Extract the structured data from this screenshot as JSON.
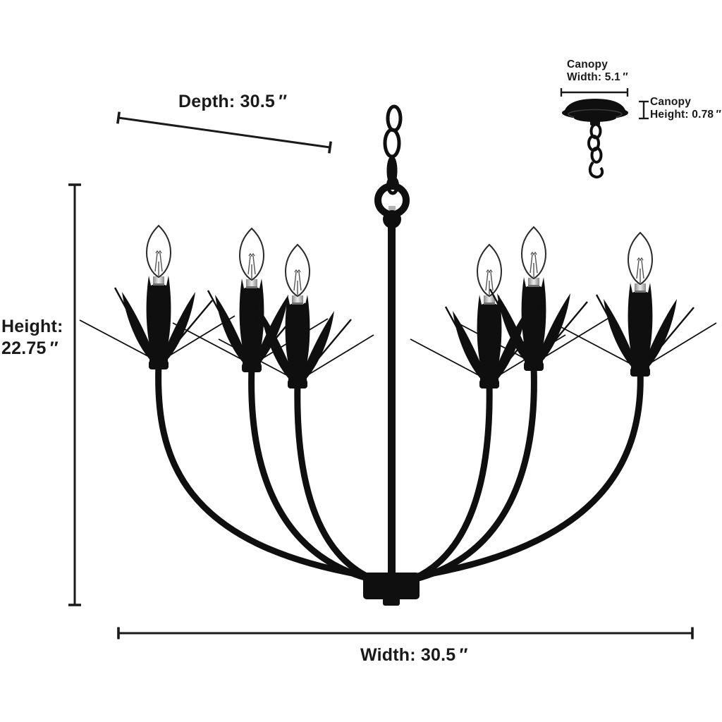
{
  "meta": {
    "title": "Chandelier dimension diagram",
    "background": "#ffffff"
  },
  "colors": {
    "ink": "#1a1a1a",
    "fixture_black": "#0f0f0f",
    "socket_metal": "#c6c6c6",
    "background": "#ffffff"
  },
  "fixture": {
    "light_count": 6,
    "bulb_style": "clear candelabra bulbs",
    "arm_style": "curved arms with leaf accents",
    "finish": "matte black"
  },
  "dimensions": {
    "depth": {
      "label": "Depth: 30.5 ″",
      "value": 30.5,
      "unit": "in"
    },
    "height": {
      "label_line1": "Height:",
      "label_line2": "22.75 ″",
      "value": 22.75,
      "unit": "in"
    },
    "width": {
      "label": "Width: 30.5 ″",
      "value": 30.5,
      "unit": "in"
    },
    "canopy_width": {
      "label_line1": "Canopy",
      "label_line2": "Width: 5.1 ″",
      "value": 5.1,
      "unit": "in"
    },
    "canopy_height": {
      "label_line1": "Canopy",
      "label_line2": "Height: 0.78 ″",
      "value": 0.78,
      "unit": "in"
    }
  }
}
